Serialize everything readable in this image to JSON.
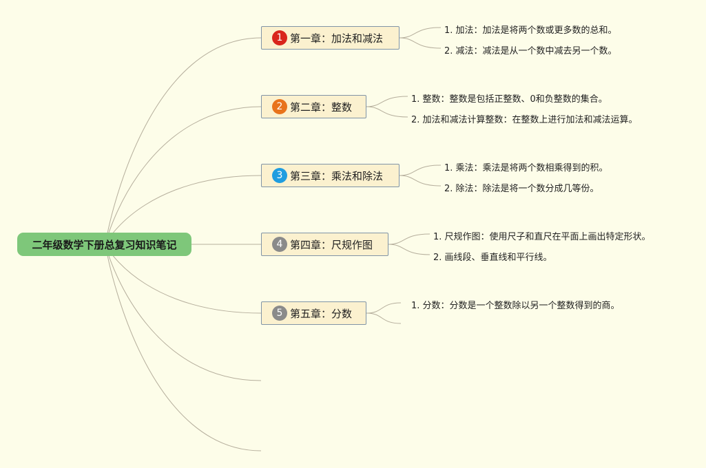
{
  "root": {
    "label": "二年级数学下册总复习知识笔记"
  },
  "chapters": [
    {
      "number": "1",
      "title": "第一章：加法和减法",
      "color": "#d9251c",
      "items": [
        "1. 加法：加法是将两个数或更多数的总和。",
        "2. 减法：减法是从一个数中减去另一个数。"
      ]
    },
    {
      "number": "2",
      "title": "第二章：整数",
      "color": "#e8731c",
      "items": [
        "1. 整数：整数是包括正整数、0和负整数的集合。",
        "2. 加法和减法计算整数：在整数上进行加法和减法运算。"
      ]
    },
    {
      "number": "3",
      "title": "第三章：乘法和除法",
      "color": "#1f9de0",
      "items": [
        "1. 乘法：乘法是将两个数相乘得到的积。",
        "2. 除法：除法是将一个数分成几等份。"
      ]
    },
    {
      "number": "4",
      "title": "第四章：尺规作图",
      "color": "#8a8a8a",
      "items": [
        "1. 尺规作图：使用尺子和直尺在平面上画出特定形状。",
        "2. 画线段、垂直线和平行线。"
      ]
    },
    {
      "number": "5",
      "title": "第五章：分数",
      "color": "#8a8a8a",
      "items": [
        "1. 分数：分数是一个整数除以另一个整数得到的商。",
        ""
      ]
    }
  ],
  "colors": {
    "background": "#fdfde9",
    "root_fill": "#7ec77a",
    "chapter_fill": "#fbf1cf",
    "link": "#b5ae9c"
  }
}
